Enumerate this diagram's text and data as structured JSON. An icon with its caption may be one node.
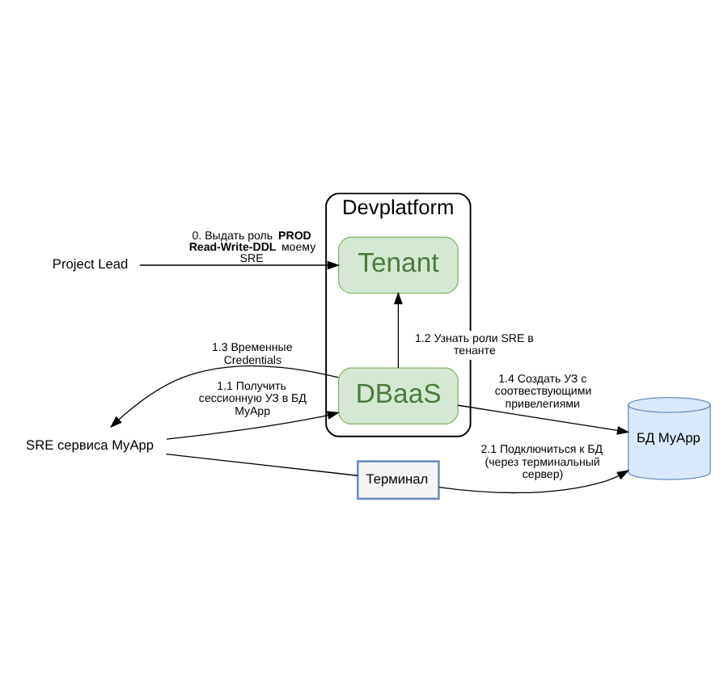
{
  "diagram": {
    "nodes": [
      {
        "text": [
          "Project Lead"
        ]
      },
      {
        "text": [
          "Devplatform"
        ]
      },
      {
        "text": [
          "Tenant"
        ],
        "in": 1
      },
      {
        "text": [
          "DBaaS"
        ],
        "in": 1
      },
      {
        "text": [
          "SRE сервиса MyApp"
        ]
      },
      {
        "text": [
          "Терминал"
        ]
      },
      {
        "text": [
          "БД MyApp"
        ]
      }
    ],
    "edges": [
      {
        "from": 0,
        "to": 2,
        "arrow": "to",
        "label": "0. Выдать роль **PROD Read-Write-DDL** моему SRE"
      },
      {
        "from": 4,
        "to": 3,
        "arrow": "to",
        "label": "1.1 Получить сессионную УЗ в БД MyApp"
      },
      {
        "from": 3,
        "to": 2,
        "arrow": "to",
        "label": "1.2 Узнать роли SRE в тенанте"
      },
      {
        "from": 3,
        "to": 4,
        "arrow": "to",
        "label": "1.3 Временные Credentials"
      },
      {
        "from": 3,
        "to": 6,
        "arrow": "to",
        "label": "1.4 Создать УЗ с соотвествующими привелегиями"
      },
      {
        "from": 4,
        "to": 5,
        "arrow": "none"
      },
      {
        "from": 5,
        "to": 6,
        "arrow": "to",
        "label": "2.1 Подключиться к БД (через терминальный сервер)"
      }
    ]
  }
}
